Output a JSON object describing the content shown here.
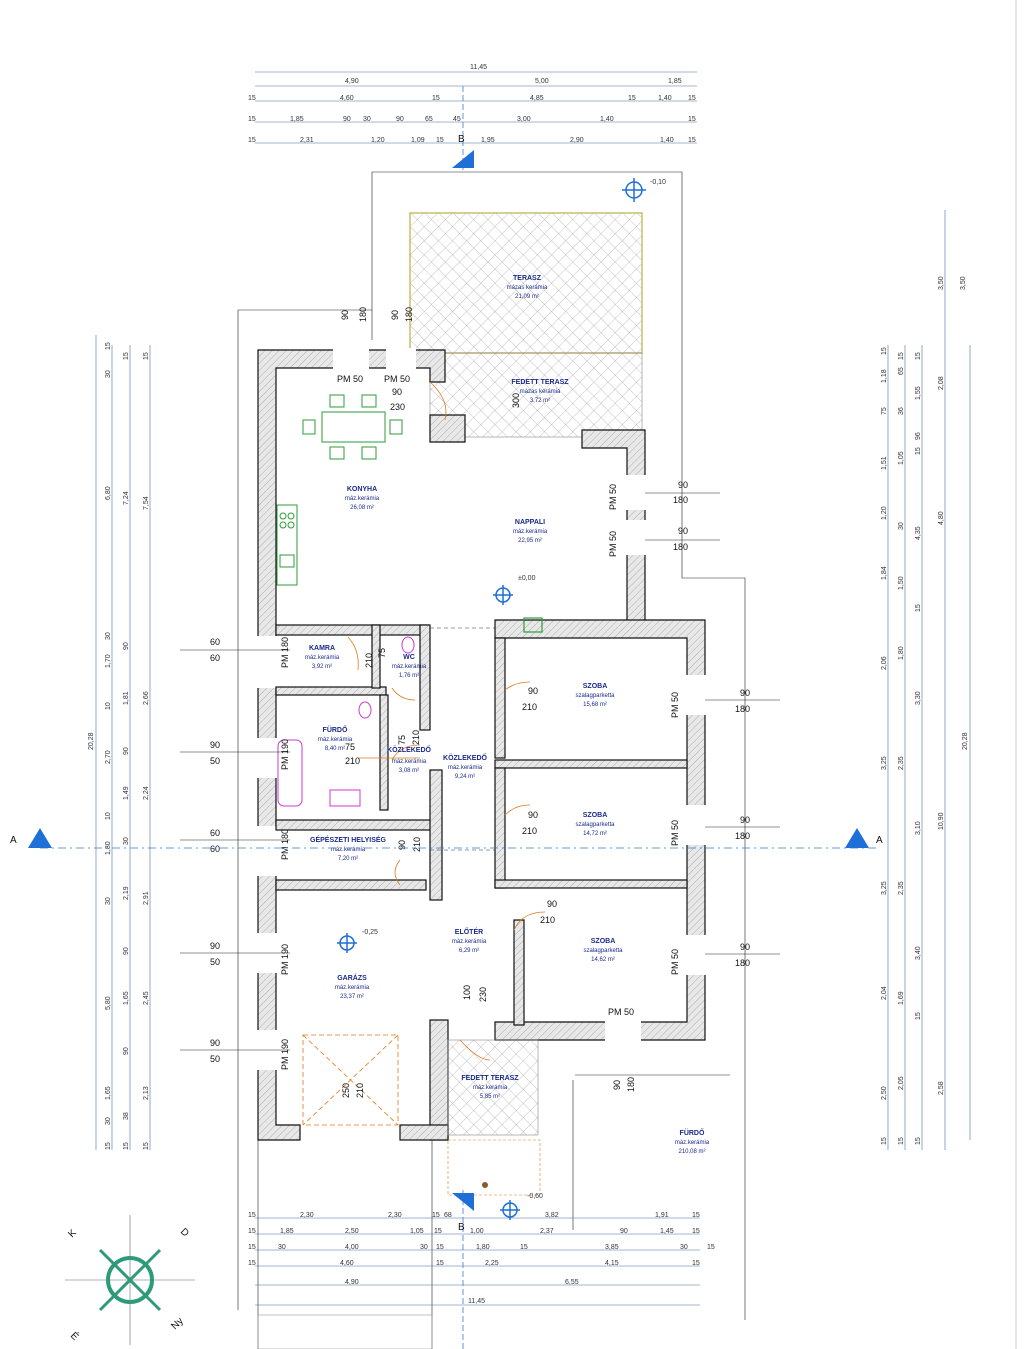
{
  "drawing": {
    "rooms": [
      {
        "name": "TERASZ",
        "finish": "mázas kerámia",
        "area": "21,09 m²"
      },
      {
        "name": "FEDETT TERASZ",
        "finish": "mázas kerámia",
        "area": "3,72 m²"
      },
      {
        "name": "KONYHA",
        "finish": "máz.kerámia",
        "area": "26,08 m²"
      },
      {
        "name": "NAPPALI",
        "finish": "máz.kerámia",
        "area": "22,95 m²"
      },
      {
        "name": "KAMRA",
        "finish": "máz.kerámia",
        "area": "3,92 m²"
      },
      {
        "name": "WC",
        "finish": "máz.kerámia",
        "area": "1,76 m²"
      },
      {
        "name": "FÜRDŐ",
        "finish": "máz.kerámia",
        "area": "8,40 m²"
      },
      {
        "name": "KÖZLEKEDŐ",
        "finish": "máz.kerámia",
        "area": "3,08 m²"
      },
      {
        "name": "KÖZLEKEDŐ",
        "finish": "máz.kerámia",
        "area": "9,24 m²"
      },
      {
        "name": "GÉPÉSZETI HELYISÉG",
        "finish": "máz.kerámia",
        "area": "7,20 m²"
      },
      {
        "name": "SZOBA",
        "finish": "szalagparketta",
        "area": "15,68 m²"
      },
      {
        "name": "SZOBA",
        "finish": "szalagparketta",
        "area": "14,72 m²"
      },
      {
        "name": "SZOBA",
        "finish": "szalagparketta",
        "area": "14,62 m²"
      },
      {
        "name": "ELŐTÉR",
        "finish": "máz.kerámia",
        "area": "6,29 m²"
      },
      {
        "name": "GARÁZS",
        "finish": "máz.kerámia",
        "area": "23,37 m²"
      },
      {
        "name": "FEDETT TERASZ",
        "finish": "máz.kerámia",
        "area": "5,85 m²"
      },
      {
        "name": "FÜRDŐ",
        "finish": "máz.kerámia",
        "area": "210,08 m²"
      }
    ],
    "levels": {
      "top": "-0,10",
      "mid": "±0,00",
      "garage": "-0,25",
      "entry": "-0,60"
    },
    "section_labels": {
      "left": "A",
      "right": "A",
      "top": "B",
      "bottom": "B"
    },
    "compass": {
      "n": "K",
      "e": "D",
      "s": "Ny",
      "w": "É"
    },
    "top_dims": {
      "row0": [
        "11,45"
      ],
      "row1": [
        "4,90",
        "5,00",
        "1,85"
      ],
      "row2": [
        "15",
        "4,60",
        "15",
        "4,85",
        "15",
        "1,40",
        "15"
      ],
      "row3": [
        "15",
        "1,85",
        "90",
        "30",
        "90",
        "65",
        "45",
        "3,00",
        "1,40",
        "15"
      ],
      "row4": [
        "15",
        "2,31",
        "1,20",
        "1,09",
        "15",
        "1,95",
        "2,90",
        "1,40",
        "15"
      ]
    },
    "bottom_dims": {
      "row1": [
        "15",
        "2,30",
        "2,30",
        "15",
        "68",
        "3,82",
        "1,91",
        "15"
      ],
      "row2": [
        "15",
        "1,85",
        "2,50",
        "1,05",
        "15",
        "1,00",
        "2,37",
        "90",
        "1,45",
        "15"
      ],
      "row3": [
        "15",
        "30",
        "4,00",
        "30",
        "15",
        "1,80",
        "15",
        "3,85",
        "30",
        "15"
      ],
      "row4": [
        "15",
        "4,60",
        "15",
        "2,25",
        "4,15",
        "15"
      ],
      "row5": [
        "4,90",
        "6,55"
      ],
      "row6": [
        "11,45"
      ]
    },
    "left_dims": {
      "col1": [
        "15",
        "30",
        "6,80",
        "30",
        "1,70",
        "10",
        "2,70",
        "10",
        "1,80",
        "30",
        "5,80",
        "1,65",
        "30",
        "15"
      ],
      "col2": [
        "15",
        "7,24",
        "90",
        "1,81",
        "90",
        "1,49",
        "30",
        "2,19",
        "90",
        "1,65",
        "90",
        "38",
        "15"
      ],
      "col3": [
        "15",
        "7,54",
        "2,66",
        "2,24",
        "2,91",
        "2,45",
        "2,13",
        "15"
      ],
      "total": "20,28"
    },
    "right_dims": {
      "col1": [
        "15",
        "1,18",
        "75",
        "1,51",
        "1,20",
        "1,84",
        "2,06",
        "3,25",
        "3,25",
        "2,04",
        "2,50",
        "15"
      ],
      "col2": [
        "15",
        "65",
        "36",
        "1,05",
        "30",
        "1,50",
        "1,80",
        "2,35",
        "2,35",
        "1,69",
        "2,05",
        "15"
      ],
      "col3": [
        "15",
        "1,55",
        "96",
        "15",
        "4,35",
        "15",
        "3,30",
        "3,10",
        "3,40",
        "15",
        "15"
      ],
      "col4": [
        "3,50",
        "2,08",
        "4,80",
        "10,90",
        "2,58"
      ],
      "total": "20,28"
    },
    "openings": {
      "kitchen_win1": "90",
      "kitchen_win1b": "180",
      "kitchen_win2": "90",
      "kitchen_win2b": "180",
      "pm50_a": "PM 50",
      "pm50_b": "PM 50",
      "door_230_top": "90",
      "door_230_bot": "230",
      "living_win1_top": "90",
      "living_win1_bot": "180",
      "living_win2_top": "90",
      "living_win2_bot": "180",
      "pm50_c": "PM 50",
      "pm50_d": "PM 50",
      "kamra_win_top": "60",
      "kamra_win_bot": "60",
      "pm180_a": "PM 180",
      "furdo_win_top": "90",
      "furdo_win_bot": "50",
      "pm190_a": "PM 190",
      "gepesz_win_top": "60",
      "gepesz_win_bot": "60",
      "pm180_b": "PM 180",
      "garazs_win1_top": "90",
      "garazs_win1_bot": "50",
      "pm190_b": "PM 190",
      "garazs_win2_top": "90",
      "garazs_win2_bot": "50",
      "pm190_c": "PM 190",
      "szoba1_door_top": "90",
      "szoba1_door_bot": "210",
      "szoba1_win_top": "90",
      "szoba1_win_bot": "180",
      "pm50_e": "PM 50",
      "szoba2_door_top": "90",
      "szoba2_door_bot": "210",
      "szoba2_win_top": "90",
      "szoba2_win_bot": "180",
      "pm50_f": "PM 50",
      "szoba3_door_top": "90",
      "szoba3_door_bot": "210",
      "szoba3_win_top": "90",
      "szoba3_win_bot": "180",
      "pm50_g": "PM 50",
      "pm50_h": "PM 50",
      "kamra_door": "210",
      "kamra_door2": "75",
      "wc_door": "75",
      "wc_door2": "210",
      "kozl_door_a": "75",
      "kozl_door_b": "210",
      "gepesz_door_a": "90",
      "gepesz_door_b": "210",
      "garage_door_a": "250",
      "garage_door_b": "210",
      "entry_door_a": "100",
      "entry_door_b": "230",
      "bath_door": "90",
      "bath_door2": "180",
      "fedett_opening": "300"
    }
  }
}
